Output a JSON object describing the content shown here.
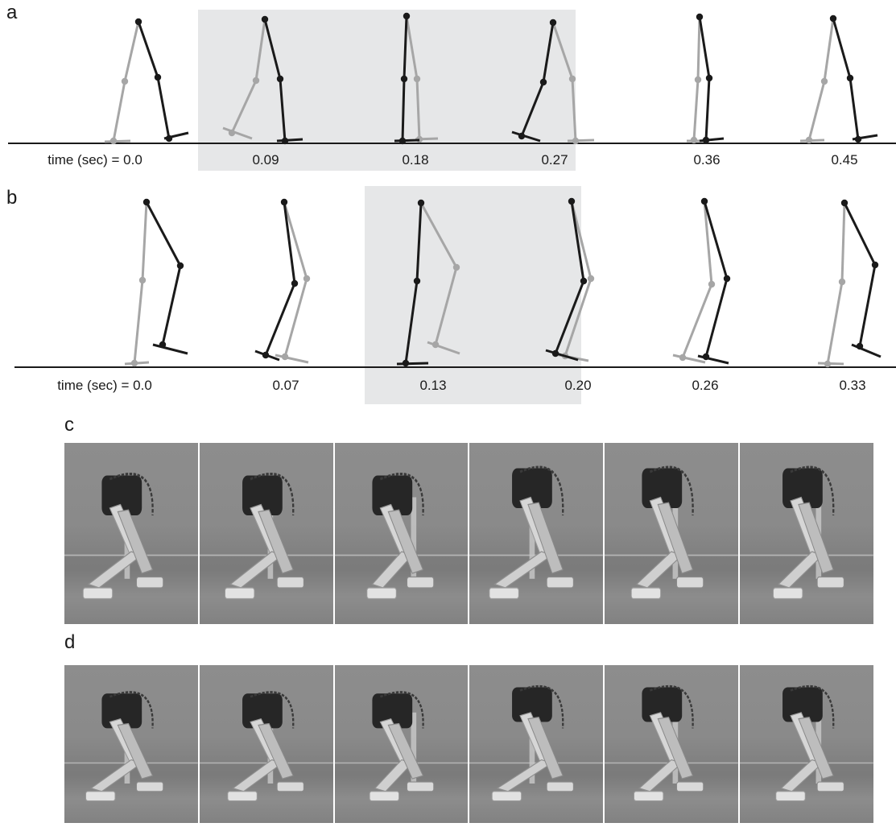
{
  "panels": {
    "a": {
      "label": "a",
      "time_prefix": "time (sec) = ",
      "times": [
        "0.0",
        "0.09",
        "0.18",
        "0.27",
        "0.36",
        "0.45"
      ]
    },
    "b": {
      "label": "b",
      "time_prefix": "time (sec) = ",
      "times": [
        "0.0",
        "0.07",
        "0.13",
        "0.20",
        "0.26",
        "0.33"
      ]
    },
    "c": {
      "label": "c",
      "frame_count": 6
    },
    "d": {
      "label": "d",
      "frame_count": 6
    }
  },
  "colors": {
    "stance_leg": "#1a1a1a",
    "swing_leg": "#a6a6a6",
    "highlight": "#e6e7e8",
    "ground": "#1a1a1a",
    "photo_bg": "#8a8a8a"
  }
}
